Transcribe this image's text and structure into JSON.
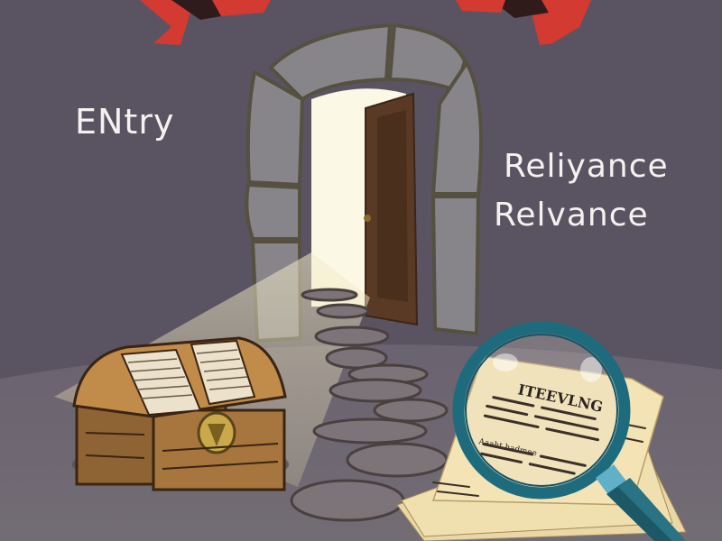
{
  "scene": {
    "title": "Dungeon doorway with treasure chest and magnifying glass",
    "labels": {
      "left": "ENtry",
      "right_line1": "Reliyance",
      "right_line2": "Relvance"
    },
    "document": {
      "headline": "ITEEVLNG",
      "subheading": "Aaaht hadmee"
    },
    "colors": {
      "background": "#5a5462",
      "floor": "#6f6872",
      "stone": "#87858a",
      "stone_outline": "#55503f",
      "light": "#fbf8e6",
      "door": "#5a3a24",
      "ribbon": "#d23a32",
      "chest_wood": "#a7763e",
      "chest_lid": "#c18b4a",
      "paper": "#f3e3b5",
      "lens_ring": "#1f6b7e",
      "handle": "#1d5866",
      "text": "#f4f2f0"
    }
  }
}
